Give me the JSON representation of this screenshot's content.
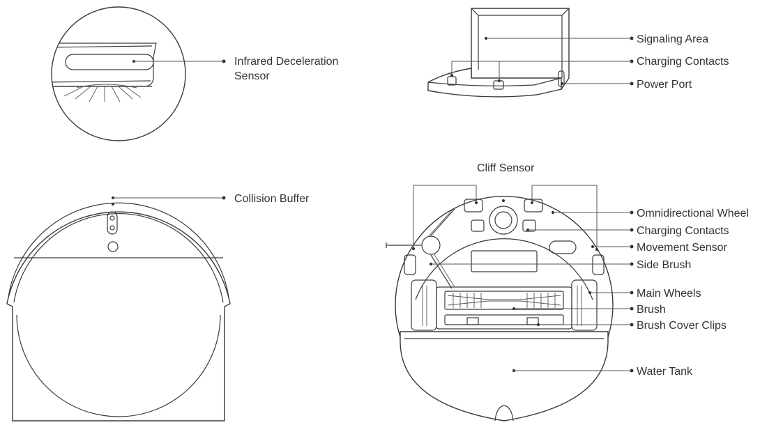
{
  "labels": {
    "infrared_line1": "Infrared Deceleration",
    "infrared_line2": "Sensor",
    "signaling_area": "Signaling Area",
    "dock_charging_contacts": "Charging Contacts",
    "power_port": "Power Port",
    "collision_buffer": "Collision Buffer",
    "cliff_sensor": "Cliff Sensor",
    "omnidirectional_wheel": "Omnidirectional Wheel",
    "bottom_charging_contacts": "Charging Contacts",
    "movement_sensor": "Movement Sensor",
    "side_brush": "Side Brush",
    "main_wheels": "Main Wheels",
    "brush": "Brush",
    "brush_cover_clips": "Brush Cover Clips",
    "water_tank": "Water Tank"
  }
}
